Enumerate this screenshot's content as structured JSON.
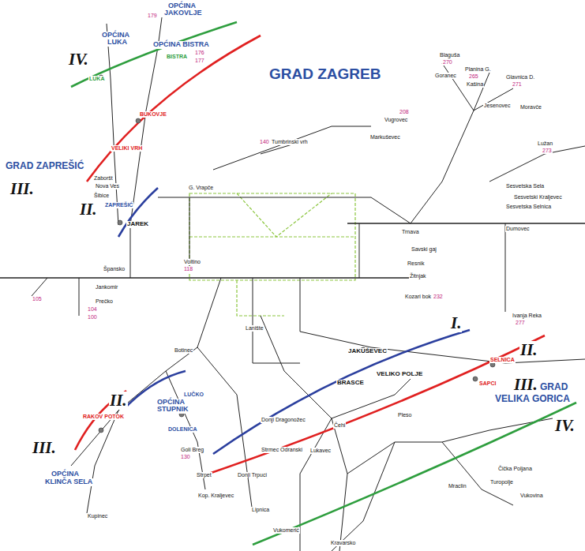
{
  "diagram": {
    "labels": [
      "GRAD ZAGREB",
      "GRAD ZAPREŠIĆ",
      "OPĆINA",
      "JAKOVLJE",
      "OPĆINA",
      "LUKA",
      "OPĆINA BISTRA",
      "OPĆINA",
      "STUPNIK",
      "OPĆINA",
      "KLINČA SELA",
      "GRAD",
      "VELIKA GORICA",
      "IV.",
      "III.",
      "II.",
      "I.",
      "II.",
      "III.",
      "IV.",
      "II.",
      "III.",
      "BUKOVJE",
      "VELIKI VRH",
      "RAKOV POTOK",
      "SELNICA",
      "SAPCI",
      "LUKA",
      "BISTRA",
      "ZAPREŠIĆ",
      "JAREK",
      "JAKUŠEVEC",
      "VELIKO POLJE",
      "BRASCE",
      "LUČKO",
      "DOLENICA",
      "140",
      "Tumbrinski vrh",
      "Blaguša",
      "270",
      "Planina G.",
      "265",
      "Goranec",
      "Kašina",
      "Glavnica D.",
      "271",
      "Jesenovec",
      "Moravče",
      "Lužan",
      "273",
      "Sesvetski Kraljevec",
      "Dumovec",
      "Ivanja Reka",
      "277",
      "Kozari bok",
      "Žitnjak",
      "Resnik",
      "Markuševec",
      "Vugrovec",
      "208",
      "Lanište",
      "Botinec",
      "Goli Breg",
      "130",
      "Strmec Odranski",
      "Strpet",
      "Kop. Kraljevec",
      "Kupinec",
      "Lipnica",
      "Lukavec",
      "Čehi",
      "Pleso",
      "Čička Poljana",
      "Vukovina",
      "Mraclin",
      "Turopolje",
      "Vukomerić",
      "Kravarsko",
      "Špansko",
      "Prečko",
      "104",
      "Voltino",
      "118",
      "G. Vrapče",
      "Jankomir",
      "Zaboršt",
      "Nova Ves",
      "Šibice",
      "Sesvetska Sela",
      "Sesvetska Selnica",
      "Trnava",
      "Donji Dragonožec",
      "Donji Trpuci",
      "179",
      "176",
      "177",
      "Savski gaj",
      "232",
      "105",
      "100"
    ]
  }
}
